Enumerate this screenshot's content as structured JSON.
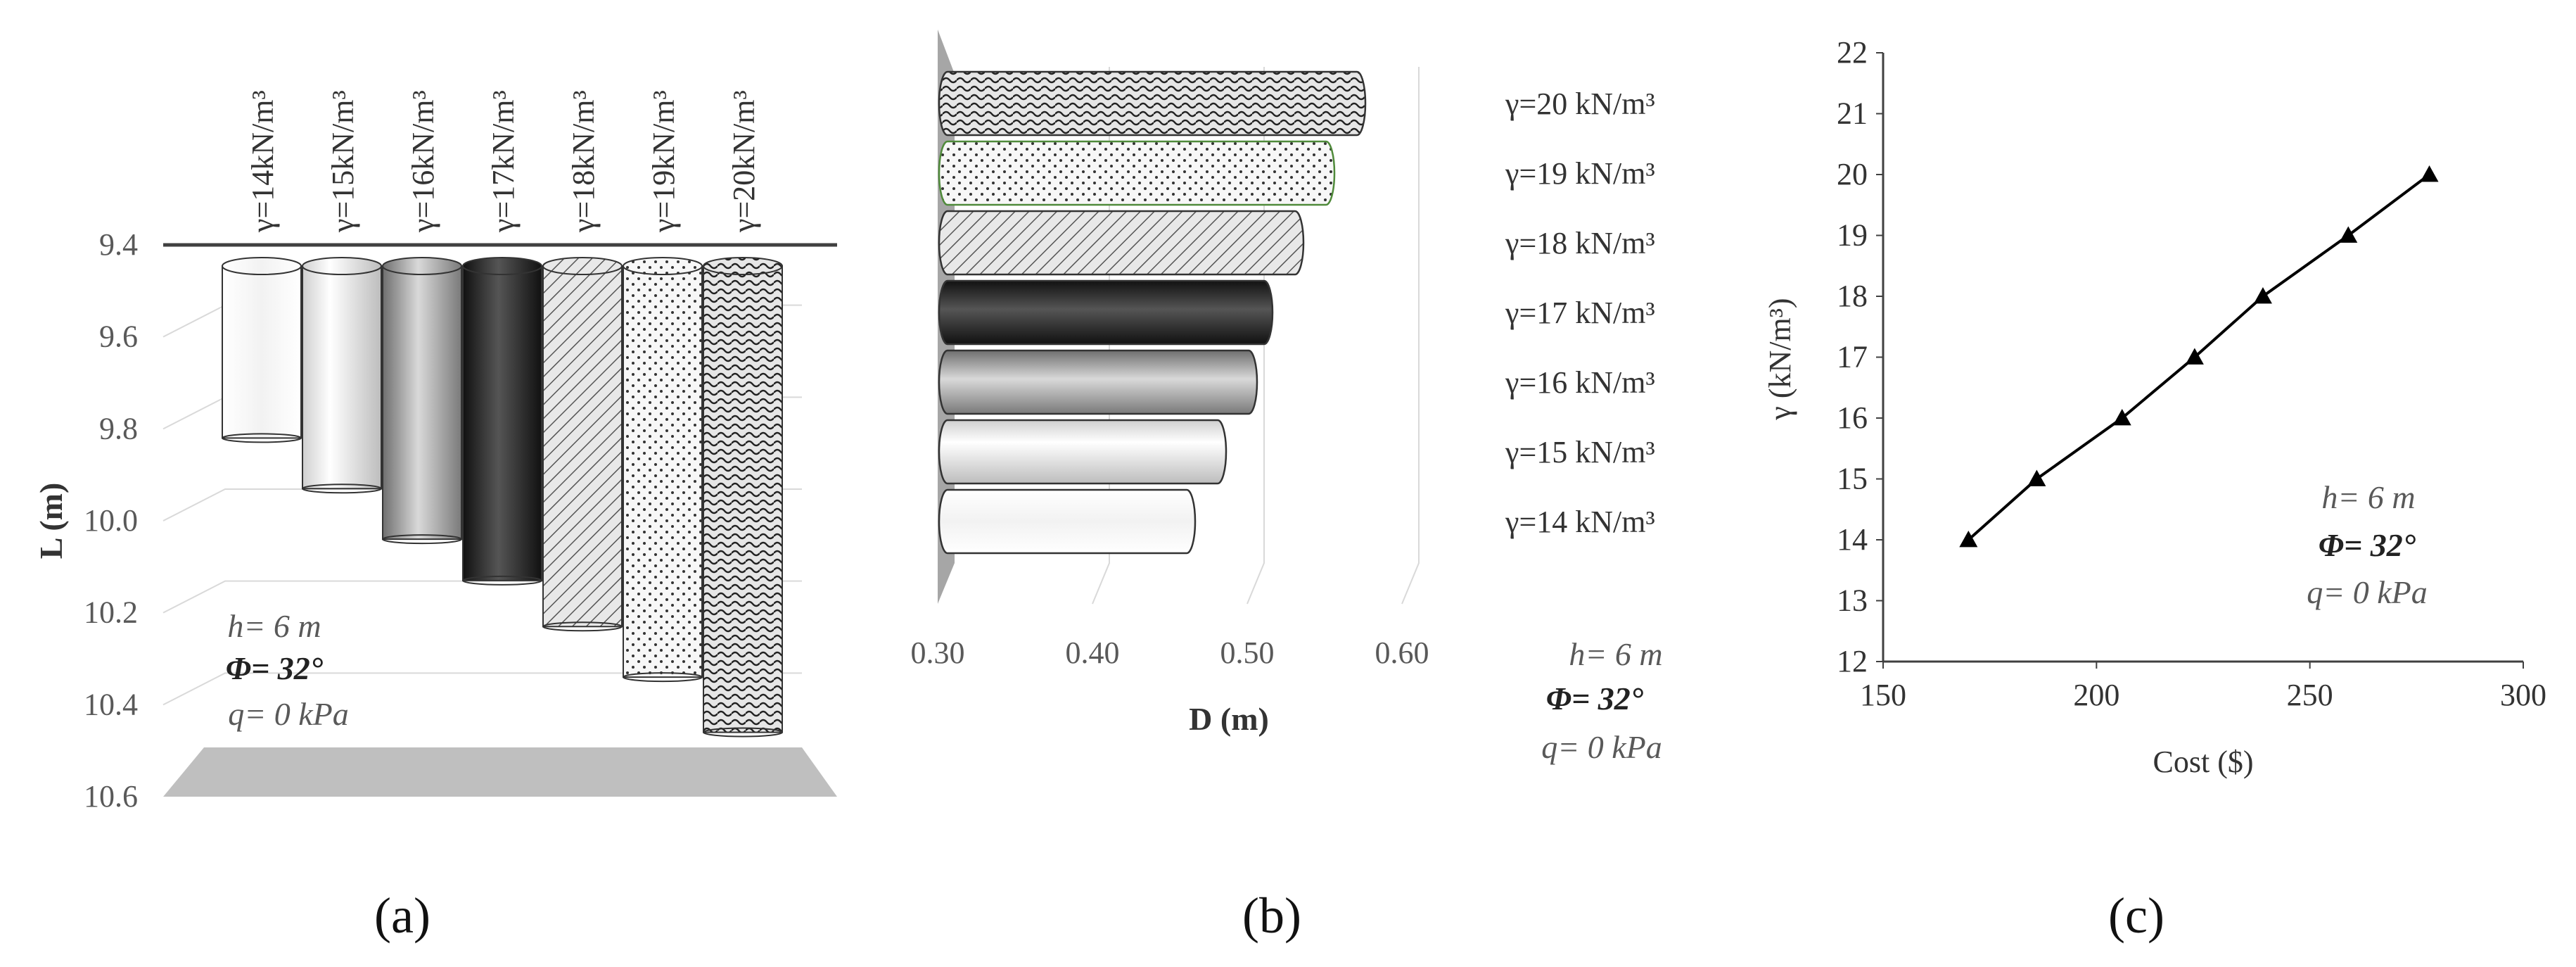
{
  "panel_labels": [
    "(a)",
    "(b)",
    "(c)"
  ],
  "params": {
    "h": "h= 6 m",
    "phi": "Φ= 32°",
    "q": "q= 0 kPa"
  },
  "colors": {
    "axis": "#404040",
    "grid": "#d9d9d9",
    "line": "#000000",
    "floor": "#bfbfbf"
  },
  "chart_data": [
    {
      "type": "bar",
      "panel": "(a)",
      "categories": [
        "γ=14kN/m³",
        "γ=15kN/m³",
        "γ=16kN/m³",
        "γ=17kN/m³",
        "γ=18kN/m³",
        "γ=19kN/m³",
        "γ=20kN/m³"
      ],
      "values": [
        9.82,
        9.93,
        10.04,
        10.13,
        10.23,
        10.34,
        10.46
      ],
      "ylabel": "L (m)",
      "ylim": [
        9.4,
        10.6
      ],
      "y_inverted": true,
      "yticks": [
        "9.4",
        "9.6",
        "9.8",
        "10.0",
        "10.2",
        "10.4",
        "10.6"
      ],
      "fills": [
        "white-gradient",
        "light-gray-gradient",
        "gray-gradient",
        "black-gradient",
        "diagonal-hatch",
        "dots",
        "wave-pattern"
      ]
    },
    {
      "type": "bar",
      "panel": "(b)",
      "orientation": "horizontal",
      "categories": [
        "γ=14 kN/m³",
        "γ=15 kN/m³",
        "γ=16 kN/m³",
        "γ=17 kN/m³",
        "γ=18 kN/m³",
        "γ=19 kN/m³",
        "γ=20 kN/m³"
      ],
      "values": [
        0.45,
        0.47,
        0.49,
        0.5,
        0.52,
        0.54,
        0.56
      ],
      "xlabel": "D (m)",
      "xlim": [
        0.3,
        0.6
      ],
      "xticks": [
        "0.30",
        "0.40",
        "0.50",
        "0.60"
      ],
      "fills": [
        "white-gradient",
        "light-gray-gradient",
        "gray-gradient",
        "black-gradient",
        "diagonal-hatch",
        "dots",
        "wave-pattern"
      ]
    },
    {
      "type": "line",
      "panel": "(c)",
      "x": [
        170,
        186,
        206,
        223,
        239,
        259,
        278
      ],
      "y": [
        14,
        15,
        16,
        17,
        18,
        19,
        20
      ],
      "xlabel": "Cost ($)",
      "ylabel": "γ  (kN/m³)",
      "xlim": [
        150,
        300
      ],
      "ylim": [
        12,
        22
      ],
      "xticks": [
        "150",
        "200",
        "250",
        "300"
      ],
      "yticks": [
        "12",
        "13",
        "14",
        "15",
        "16",
        "17",
        "18",
        "19",
        "20",
        "21",
        "22"
      ],
      "marker": "triangle"
    }
  ]
}
